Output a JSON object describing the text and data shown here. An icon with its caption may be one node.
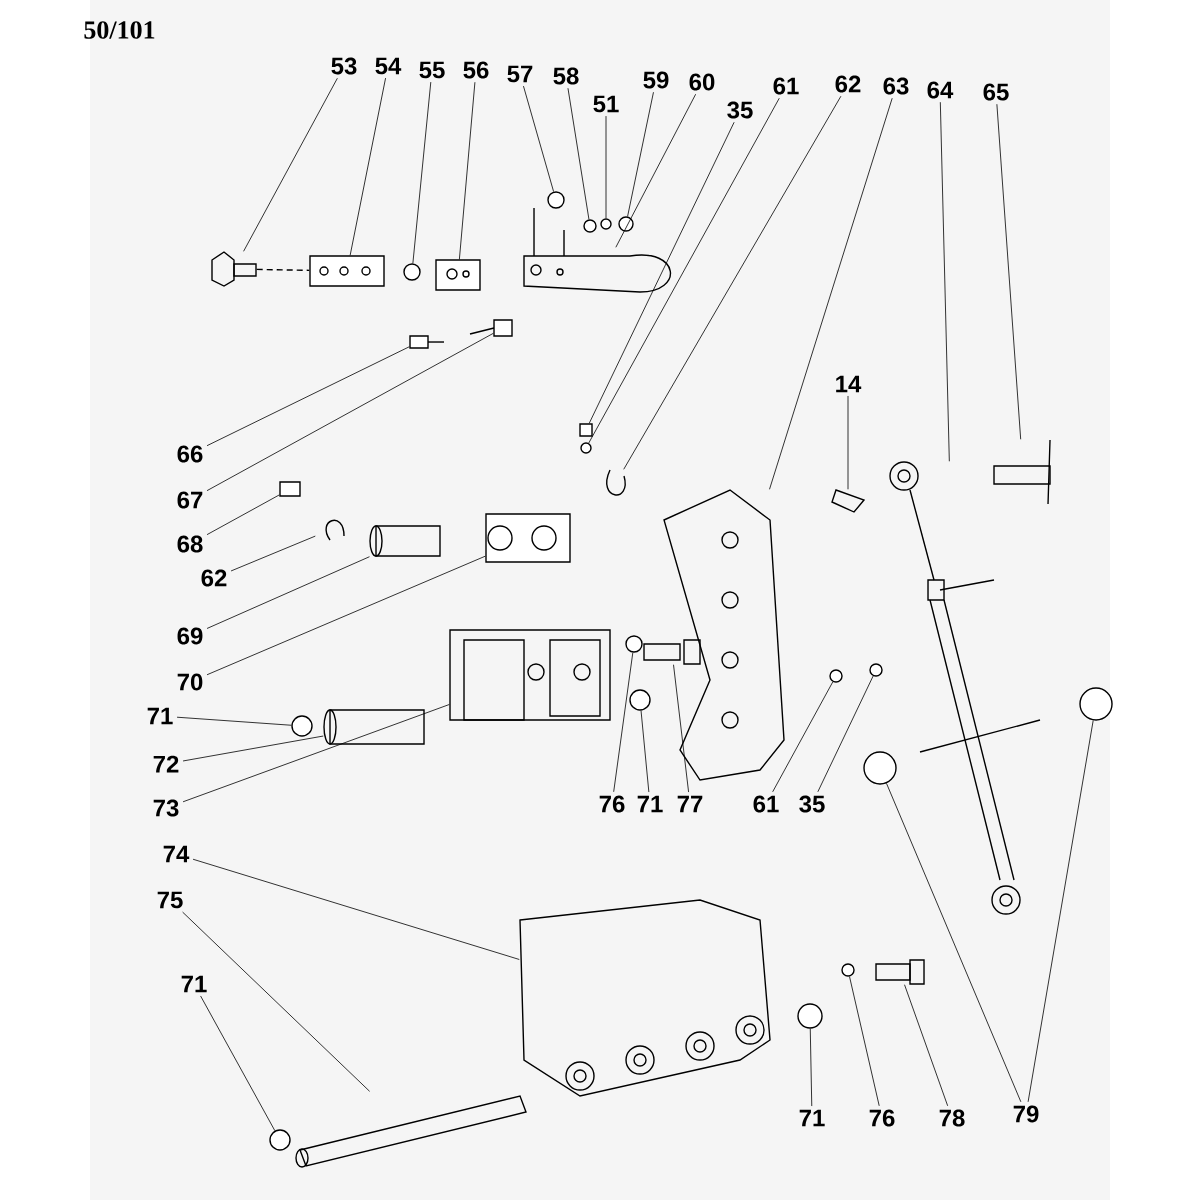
{
  "diagram": {
    "title": "50/101",
    "nodes": [
      {
        "text": [
          "53"
        ]
      },
      {
        "text": [
          "54"
        ]
      },
      {
        "text": [
          "55"
        ]
      },
      {
        "text": [
          "56"
        ]
      },
      {
        "text": [
          "57"
        ]
      },
      {
        "text": [
          "58"
        ]
      },
      {
        "text": [
          "51"
        ]
      },
      {
        "text": [
          "59"
        ]
      },
      {
        "text": [
          "60"
        ]
      },
      {
        "text": [
          "35"
        ]
      },
      {
        "text": [
          "61"
        ]
      },
      {
        "text": [
          "62"
        ]
      },
      {
        "text": [
          "63"
        ]
      },
      {
        "text": [
          "64"
        ]
      },
      {
        "text": [
          "65"
        ]
      },
      {
        "text": [
          "14"
        ]
      },
      {
        "text": [
          "66"
        ]
      },
      {
        "text": [
          "67"
        ]
      },
      {
        "text": [
          "68"
        ]
      },
      {
        "text": [
          "62"
        ]
      },
      {
        "text": [
          "69"
        ]
      },
      {
        "text": [
          "70"
        ]
      },
      {
        "text": [
          "71"
        ]
      },
      {
        "text": [
          "72"
        ]
      },
      {
        "text": [
          "73"
        ]
      },
      {
        "text": [
          "76"
        ]
      },
      {
        "text": [
          "71"
        ]
      },
      {
        "text": [
          "77"
        ]
      },
      {
        "text": [
          "61"
        ]
      },
      {
        "text": [
          "35"
        ]
      },
      {
        "text": [
          "74"
        ]
      },
      {
        "text": [
          "75"
        ]
      },
      {
        "text": [
          "71"
        ]
      },
      {
        "text": [
          "71"
        ]
      },
      {
        "text": [
          "76"
        ]
      },
      {
        "text": [
          "78"
        ]
      },
      {
        "text": [
          "79"
        ]
      },
      {
        "text": [],
        "shape": "picture"
      },
      {
        "text": [],
        "shape": "box"
      },
      {
        "text": [],
        "shape": "circle"
      },
      {
        "text": [],
        "shape": "box"
      },
      {
        "text": [],
        "shape": "circle"
      },
      {
        "text": [],
        "shape": "circle"
      },
      {
        "text": [],
        "shape": "circle"
      },
      {
        "text": [],
        "shape": "circle"
      },
      {
        "text": [],
        "shape": "picture"
      },
      {
        "text": [],
        "shape": "box"
      },
      {
        "text": [],
        "shape": "circle"
      },
      {
        "text": [],
        "shape": "picture"
      },
      {
        "text": [],
        "shape": "picture"
      },
      {
        "text": [],
        "shape": "picture"
      },
      {
        "text": [],
        "shape": "picture"
      },
      {
        "text": [],
        "shape": "picture"
      },
      {
        "text": [],
        "shape": "box"
      },
      {
        "text": [],
        "shape": "box"
      },
      {
        "text": [],
        "shape": "box"
      },
      {
        "text": [],
        "shape": "picture"
      },
      {
        "text": [],
        "shape": "cylinder"
      },
      {
        "text": [],
        "shape": "box"
      },
      {
        "text": [],
        "shape": "circle"
      },
      {
        "text": [],
        "shape": "cylinder"
      },
      {
        "text": [],
        "shape": "picture"
      },
      {
        "text": [],
        "shape": "circle"
      },
      {
        "text": [],
        "shape": "circle"
      },
      {
        "text": [],
        "shape": "picture"
      },
      {
        "text": [],
        "shape": "circle"
      },
      {
        "text": [],
        "shape": "circle"
      },
      {
        "text": [],
        "shape": "picture"
      },
      {
        "text": [],
        "shape": "cylinder"
      },
      {
        "text": [],
        "shape": "circle"
      },
      {
        "text": [],
        "shape": "circle"
      },
      {
        "text": [],
        "shape": "circle"
      },
      {
        "text": [],
        "shape": "picture"
      },
      {
        "text": [],
        "shape": "circle"
      },
      {
        "text": [],
        "shape": "circle"
      }
    ],
    "edges": [
      {
        "from": 0,
        "to": 37,
        "arrow": "none"
      },
      {
        "from": 1,
        "to": 38,
        "arrow": "none"
      },
      {
        "from": 2,
        "to": 39,
        "arrow": "none"
      },
      {
        "from": 3,
        "to": 40,
        "arrow": "none"
      },
      {
        "from": 4,
        "to": 41,
        "arrow": "none"
      },
      {
        "from": 5,
        "to": 42,
        "arrow": "none"
      },
      {
        "from": 6,
        "to": 43,
        "arrow": "none"
      },
      {
        "from": 7,
        "to": 44,
        "arrow": "none"
      },
      {
        "from": 8,
        "to": 45,
        "arrow": "none"
      },
      {
        "from": 9,
        "to": 46,
        "arrow": "none"
      },
      {
        "from": 10,
        "to": 47,
        "arrow": "none"
      },
      {
        "from": 11,
        "to": 48,
        "arrow": "none"
      },
      {
        "from": 12,
        "to": 49,
        "arrow": "none"
      },
      {
        "from": 13,
        "to": 50,
        "arrow": "none"
      },
      {
        "from": 14,
        "to": 51,
        "arrow": "none"
      },
      {
        "from": 15,
        "to": 52,
        "arrow": "none"
      },
      {
        "from": 16,
        "to": 53,
        "arrow": "none"
      },
      {
        "from": 17,
        "to": 54,
        "arrow": "none"
      },
      {
        "from": 18,
        "to": 55,
        "arrow": "none"
      },
      {
        "from": 19,
        "to": 56,
        "arrow": "none"
      },
      {
        "from": 20,
        "to": 57,
        "arrow": "none"
      },
      {
        "from": 21,
        "to": 58,
        "arrow": "none"
      },
      {
        "from": 22,
        "to": 59,
        "arrow": "none"
      },
      {
        "from": 23,
        "to": 60,
        "arrow": "none"
      },
      {
        "from": 24,
        "to": 61,
        "arrow": "none"
      },
      {
        "from": 25,
        "to": 62,
        "arrow": "none"
      },
      {
        "from": 26,
        "to": 63,
        "arrow": "none"
      },
      {
        "from": 27,
        "to": 64,
        "arrow": "none"
      },
      {
        "from": 28,
        "to": 65,
        "arrow": "none"
      },
      {
        "from": 29,
        "to": 66,
        "arrow": "none"
      },
      {
        "from": 30,
        "to": 67,
        "arrow": "none"
      },
      {
        "from": 31,
        "to": 68,
        "arrow": "none"
      },
      {
        "from": 32,
        "to": 69,
        "arrow": "none"
      },
      {
        "from": 33,
        "to": 70,
        "arrow": "none"
      },
      {
        "from": 34,
        "to": 71,
        "arrow": "none"
      },
      {
        "from": 35,
        "to": 72,
        "arrow": "none"
      },
      {
        "from": 36,
        "to": 73,
        "arrow": "none"
      },
      {
        "from": 36,
        "to": 74,
        "arrow": "none"
      },
      {
        "from": 37,
        "to": 38,
        "arrow": "none",
        "style": "dashed"
      }
    ]
  }
}
